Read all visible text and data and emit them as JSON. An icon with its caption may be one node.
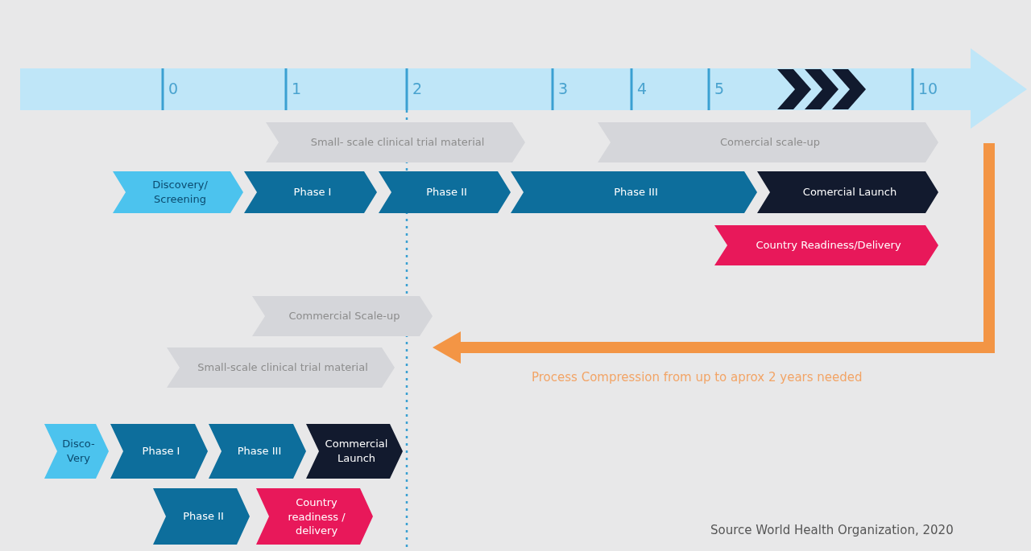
{
  "diagram": {
    "caption": "Source World Health Organization, 2020",
    "nodes": [
      {
        "text": [
          "Small- scale clinical trial material"
        ]
      },
      {
        "text": [
          "Comercial scale-up"
        ]
      },
      {
        "text": [
          "Discovery/ Screening"
        ]
      },
      {
        "text": [
          "Phase I"
        ]
      },
      {
        "text": [
          "Phase II"
        ]
      },
      {
        "text": [
          "Phase III"
        ]
      },
      {
        "text": [
          "Comercial Launch"
        ]
      },
      {
        "text": [
          "Country Readiness/Delivery"
        ]
      },
      {
        "text": [
          "Commercial Scale-up"
        ]
      },
      {
        "text": [
          "Small-scale clinical trial material"
        ]
      },
      {
        "text": [
          "Disco- Very"
        ]
      },
      {
        "text": [
          "Phase I"
        ]
      },
      {
        "text": [
          "Phase III"
        ]
      },
      {
        "text": [
          "Commercial Launch"
        ]
      },
      {
        "text": [
          "Phase II"
        ]
      },
      {
        "text": [
          "Country readiness / delivery"
        ]
      }
    ],
    "labels": [
      "0",
      "1",
      "2",
      "3",
      "4",
      "5",
      "10",
      "Process Compression from up to aprox 2 years needed"
    ]
  }
}
